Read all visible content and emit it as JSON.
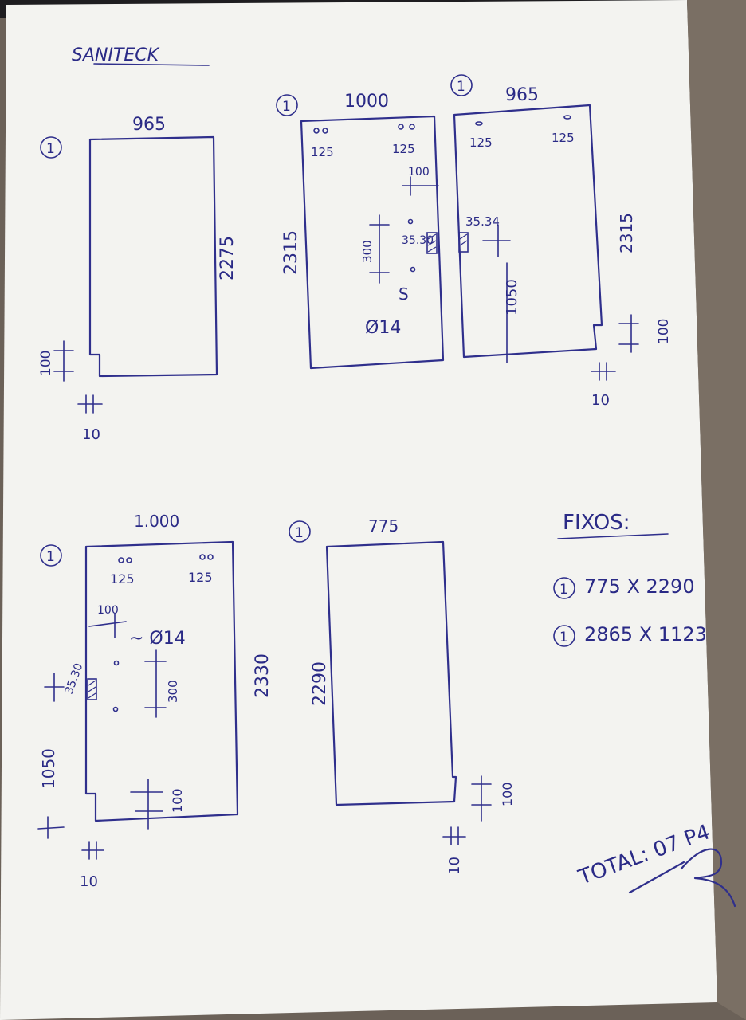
{
  "title": "SANITECK",
  "pieces": [
    {
      "qty": "1",
      "width": "965",
      "height": "2275",
      "notch_h": "100",
      "notch_w": "10"
    },
    {
      "qty": "1",
      "width": "1000",
      "height": "2315",
      "hole_top_left": "125",
      "hole_top_right": "125",
      "top_offset": "100",
      "slot_len": "300",
      "edge_offset": "35.30",
      "hole_dia": "Ø14",
      "tilde": "S"
    },
    {
      "qty": "1",
      "width": "965",
      "height": "2315",
      "hole_top_left": "125",
      "hole_top_right": "125",
      "edge_offset": "35.34",
      "bottom_offset": "1050",
      "notch_h": "100",
      "notch_w": "10"
    },
    {
      "qty": "1",
      "width": "1.000",
      "height": "2330",
      "hole_top_left": "125",
      "hole_top_right": "125",
      "top_offset": "100",
      "hole_dia": "~ Ø14",
      "edge_offset": "35.30",
      "slot_len": "300",
      "bottom_offset": "1050",
      "notch_h": "100",
      "notch_w": "10"
    },
    {
      "qty": "1",
      "width": "775",
      "height": "2290",
      "notch_h": "100",
      "notch_w": "10"
    }
  ],
  "fixos": {
    "heading": "FIXOS:",
    "items": [
      {
        "qty": "1",
        "size": "775 X 2290"
      },
      {
        "qty": "1",
        "size": "2865 X 1123"
      }
    ]
  },
  "total": "TOTAL: 07 P4"
}
